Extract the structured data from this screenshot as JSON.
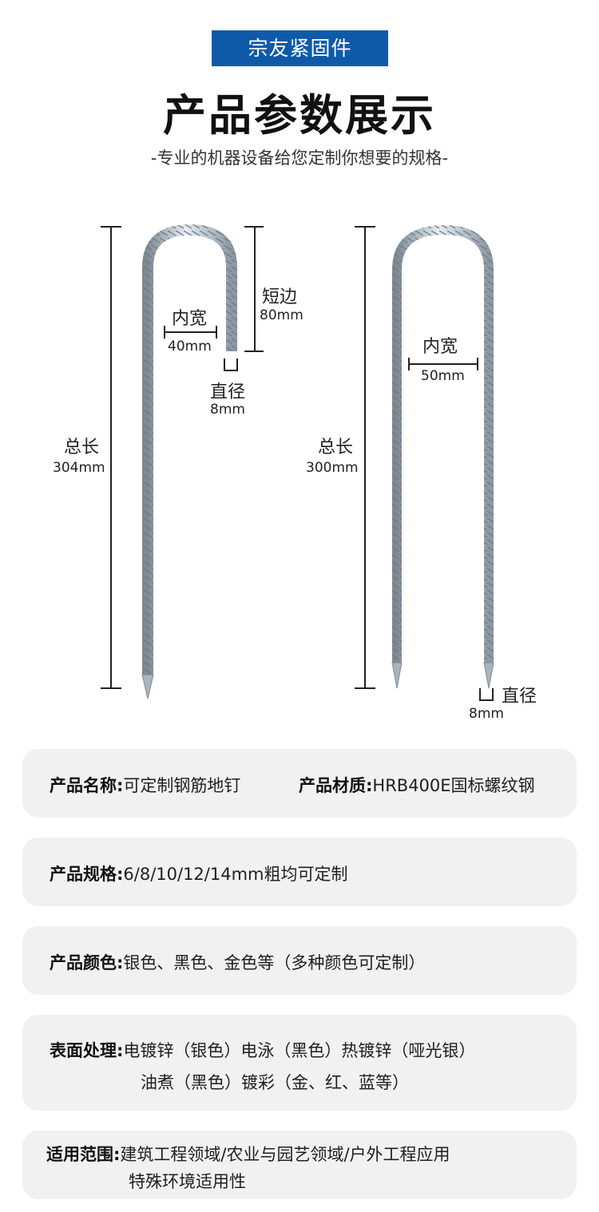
{
  "header": {
    "brand": "宗友紧固件",
    "title": "产品参数展示",
    "subtitle": "-专业的机器设备给您定制你想要的规格-"
  },
  "diagram_left": {
    "short_side_label": "短边",
    "short_side_value": "80mm",
    "inner_width_label": "内宽",
    "inner_width_value": "40mm",
    "diameter_label": "直径",
    "diameter_value": "8mm",
    "total_length_label": "总长",
    "total_length_value": "304mm"
  },
  "diagram_right": {
    "inner_width_label": "内宽",
    "inner_width_value": "50mm",
    "total_length_label": "总长",
    "total_length_value": "300mm",
    "diameter_label": "直径",
    "diameter_value": "8mm"
  },
  "specs": {
    "name_key": "产品名称:",
    "name_value": "可定制钢筋地钉",
    "material_key": "产品材质:",
    "material_value": "HRB400E国标螺纹钢",
    "size_key": "产品规格:",
    "size_value": "6/8/10/12/14mm粗均可定制",
    "color_key": "产品颜色:",
    "color_value": "银色、黑色、金色等（多种颜色可定制）",
    "surface_key": "表面处理:",
    "surface_value_1": "电镀锌（银色）电泳（黑色）热镀锌（哑光银）",
    "surface_value_2": "油煮（黑色）镀彩（金、红、蓝等）",
    "usage_key": "适用范围:",
    "usage_value_1": "建筑工程领域/农业与园艺领域/户外工程应用",
    "usage_value_2": "特殊环境适用性"
  },
  "colors": {
    "brand_blue": "#0f5aa8",
    "card_bg": "#f1f1f1",
    "steel": "#b9c4cc"
  }
}
